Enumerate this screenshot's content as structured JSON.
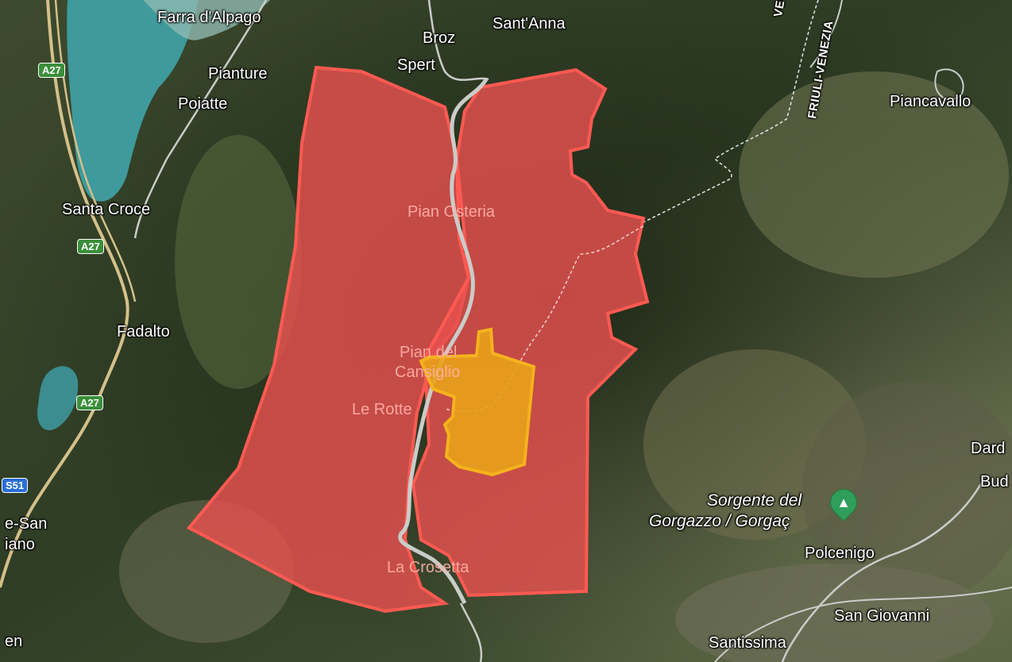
{
  "labels": {
    "farra": "Farra d'Alpago",
    "santanna": "Sant'Anna",
    "broz": "Broz",
    "spert": "Spert",
    "pianture": "Pianture",
    "poiatte": "Poiatte",
    "piancavallo": "Piancavallo",
    "santacroce": "Santa Croce",
    "pianosteria": "Pian Osteria",
    "fadalto": "Fadalto",
    "piandel": "Pian del",
    "cansiglio": "Cansiglio",
    "lerotte": "Le Rotte",
    "lacrosetta": "La Crosetta",
    "dard": "Dard",
    "bud": "Bud",
    "sorgente1": "Sorgente del",
    "sorgente2": "Gorgazzo / Gorgaç",
    "polcenigo": "Polcenigo",
    "sangiovanni": "San Giovanni",
    "santissima": "Santissima",
    "esan": "e-San",
    "iano": "iano",
    "en": "en",
    "veneto": "VENETO",
    "friuli": "FRIULI-VENEZIA"
  },
  "shields": {
    "a27_1": "A27",
    "a27_2": "A27",
    "a27_3": "A27",
    "s51": "S51"
  },
  "icons": {
    "poi": "tree-icon"
  },
  "colors": {
    "zone_fill": "#e8504f",
    "zone_stroke": "#ff5a52",
    "core_fill": "#e8a21a",
    "core_stroke": "#f5b21c",
    "road": "#c9ccc9"
  }
}
